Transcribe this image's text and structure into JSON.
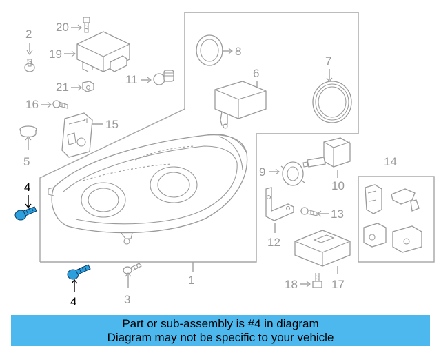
{
  "callouts": {
    "c1": "1",
    "c2": "2",
    "c3": "3",
    "c4a": "4",
    "c4b": "4",
    "c5": "5",
    "c6": "6",
    "c7": "7",
    "c8": "8",
    "c9": "9",
    "c10": "10",
    "c11": "11",
    "c12": "12",
    "c13": "13",
    "c14": "14",
    "c15": "15",
    "c16": "16",
    "c17": "17",
    "c18": "18",
    "c19": "19",
    "c20": "20",
    "c21": "21"
  },
  "highlight": {
    "part_number": "4",
    "color": "#2ca0dc"
  },
  "banner": {
    "line1": "Part or sub-assembly is #4 in diagram",
    "line2": "Diagram may not be specific to your vehicle",
    "color": "#4db8ed"
  }
}
